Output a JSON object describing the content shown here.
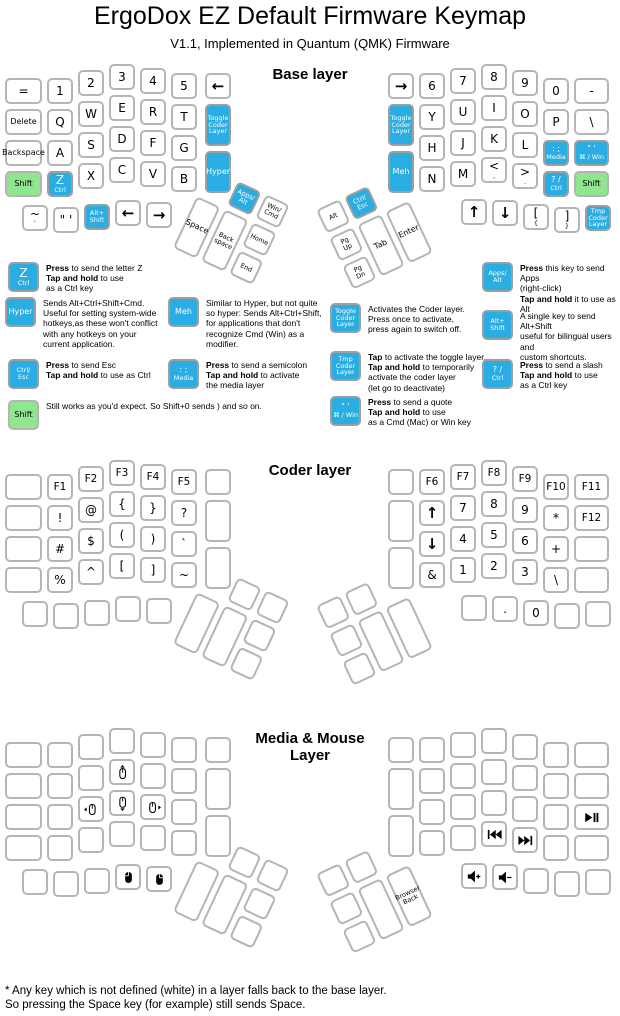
{
  "title": "ErgoDox EZ Default Firmware Keymap",
  "subtitle": "V1.1, Implemented in Quantum (QMK) Firmware",
  "colors": {
    "blue": "#29ade2",
    "green": "#8fe68f",
    "key_border": "#b5b5b5"
  },
  "footnote": [
    "* Any key which is not defined (white) in a layer falls back to the base layer.",
    "So pressing the Space key (for example) still sends Space."
  ],
  "layers": [
    {
      "id": "base",
      "name": "Base layer",
      "left": {
        "r1c1": {
          "l": "="
        },
        "r1c2": {
          "l": "1"
        },
        "r1c3": {
          "l": "2"
        },
        "r1c4": {
          "l": "3"
        },
        "r1c5": {
          "l": "4"
        },
        "r1c6": {
          "l": "5"
        },
        "r1c7": {
          "i": "left-arrow"
        },
        "r2c1": {
          "l": "Delete",
          "f": "small"
        },
        "r2c2": {
          "l": "Q"
        },
        "r2c3": {
          "l": "W"
        },
        "r2c4": {
          "l": "E"
        },
        "r2c5": {
          "l": "R"
        },
        "r2c6": {
          "l": "T"
        },
        "tallA": {
          "l": "Toggle\nCoder\nLayer",
          "c": "blue",
          "f": "tiny"
        },
        "r3c1": {
          "l": "Backspace",
          "f": "small"
        },
        "r3c2": {
          "l": "A"
        },
        "r3c3": {
          "l": "S"
        },
        "r3c4": {
          "l": "D"
        },
        "r3c5": {
          "l": "F"
        },
        "r3c6": {
          "l": "G"
        },
        "tallB": {
          "l": "Hyper",
          "c": "blue",
          "f": "small"
        },
        "r4c1": {
          "l": "Shift",
          "c": "green",
          "f": "small"
        },
        "r4c2": {
          "l": "Z",
          "s": "Ctrl",
          "c": "blue"
        },
        "r4c3": {
          "l": "X"
        },
        "r4c4": {
          "l": "C"
        },
        "r4c5": {
          "l": "V"
        },
        "r4c6": {
          "l": "B"
        },
        "b1": {
          "l": "~",
          "s": "`"
        },
        "b2": {
          "l": "\" '"
        },
        "b3": {
          "l": "Alt+\nShift",
          "c": "blue",
          "f": "tiny"
        },
        "b4": {
          "i": "left-arrow"
        },
        "b5": {
          "i": "right-arrow"
        }
      },
      "left_thumb": {
        "t1": {
          "l": "Apps/\nAlt",
          "c": "blue",
          "f": "tiny"
        },
        "t2": {
          "l": "Win/\nCmd",
          "f": "tiny"
        },
        "t3": {
          "l": "Space",
          "f": "small"
        },
        "t4": {
          "l": "Back\nspace",
          "f": "tiny"
        },
        "t5": {
          "l": "Home",
          "f": "tiny"
        },
        "t6": {
          "l": "End",
          "f": "tiny"
        }
      },
      "right": {
        "r1c1": {
          "i": "right-arrow"
        },
        "r1c2": {
          "l": "6"
        },
        "r1c3": {
          "l": "7"
        },
        "r1c4": {
          "l": "8"
        },
        "r1c5": {
          "l": "9"
        },
        "r1c6": {
          "l": "0"
        },
        "r1c7": {
          "l": "-"
        },
        "tallA": {
          "l": "Toggle\nCoder\nLayer",
          "c": "blue",
          "f": "tiny"
        },
        "r2c2": {
          "l": "Y"
        },
        "r2c3": {
          "l": "U"
        },
        "r2c4": {
          "l": "I"
        },
        "r2c5": {
          "l": "O"
        },
        "r2c6": {
          "l": "P"
        },
        "r2c7": {
          "l": "\\"
        },
        "r3c2": {
          "l": "H"
        },
        "r3c3": {
          "l": "J"
        },
        "r3c4": {
          "l": "K"
        },
        "r3c5": {
          "l": "L"
        },
        "r3c6": {
          "l": ": ;",
          "s": "Media",
          "c": "blue",
          "f": "small"
        },
        "r3c7": {
          "l": "\" '",
          "s": "⌘ / Win",
          "c": "blue",
          "f": "small"
        },
        "tallB": {
          "l": "Meh",
          "c": "blue",
          "f": "small"
        },
        "r4c2": {
          "l": "N"
        },
        "r4c3": {
          "l": "M"
        },
        "r4c4": {
          "l": "<",
          "s": ","
        },
        "r4c5": {
          "l": ">",
          "s": "."
        },
        "r4c6": {
          "l": "? /",
          "s": "Ctrl",
          "c": "blue",
          "f": "small"
        },
        "r4c7": {
          "l": "Shift",
          "c": "green",
          "f": "small"
        },
        "b1": {
          "i": "up-arrow"
        },
        "b2": {
          "i": "down-arrow"
        },
        "b3": {
          "l": "[",
          "s": "{"
        },
        "b4": {
          "l": "]",
          "s": "}"
        },
        "b5": {
          "l": "Tmp\nCoder\nLayer",
          "c": "blue",
          "f": "tiny"
        }
      },
      "right_thumb": {
        "t1": {
          "l": "Alt",
          "f": "tiny"
        },
        "t2": {
          "l": "Ctrl/\nEsc",
          "c": "blue",
          "f": "tiny"
        },
        "t3": {
          "l": "Pg\nUp",
          "f": "tiny"
        },
        "t4": {
          "l": "Pg\nDn",
          "f": "tiny"
        },
        "t5": {
          "l": "Tab",
          "f": "small"
        },
        "t6": {
          "l": "Enter",
          "f": "small"
        }
      }
    },
    {
      "id": "coder",
      "name": "Coder layer",
      "left": {
        "r1c2": {
          "l": "F1",
          "f": "med"
        },
        "r1c3": {
          "l": "F2",
          "f": "med"
        },
        "r1c4": {
          "l": "F3",
          "f": "med"
        },
        "r1c5": {
          "l": "F4",
          "f": "med"
        },
        "r1c6": {
          "l": "F5",
          "f": "med"
        },
        "r2c2": {
          "l": "!"
        },
        "r2c3": {
          "l": "@"
        },
        "r2c4": {
          "l": "{"
        },
        "r2c5": {
          "l": "}"
        },
        "r2c6": {
          "l": "?"
        },
        "r3c2": {
          "l": "#"
        },
        "r3c3": {
          "l": "$"
        },
        "r3c4": {
          "l": "("
        },
        "r3c5": {
          "l": ")"
        },
        "r3c6": {
          "l": "`"
        },
        "r4c2": {
          "l": "%"
        },
        "r4c3": {
          "l": "^"
        },
        "r4c4": {
          "l": "["
        },
        "r4c5": {
          "l": "]"
        },
        "r4c6": {
          "l": "~"
        }
      },
      "left_thumb": {},
      "right": {
        "r1c2": {
          "l": "F6",
          "f": "med"
        },
        "r1c3": {
          "l": "F7",
          "f": "med"
        },
        "r1c4": {
          "l": "F8",
          "f": "med"
        },
        "r1c5": {
          "l": "F9",
          "f": "med"
        },
        "r1c6": {
          "l": "F10",
          "f": "med"
        },
        "r1c7": {
          "l": "F11",
          "f": "med"
        },
        "r2c2": {
          "i": "up-arrow"
        },
        "r2c3": {
          "l": "7"
        },
        "r2c4": {
          "l": "8"
        },
        "r2c5": {
          "l": "9"
        },
        "r2c6": {
          "l": "*"
        },
        "r2c7": {
          "l": "F12",
          "f": "med"
        },
        "r3c2": {
          "i": "down-arrow"
        },
        "r3c3": {
          "l": "4"
        },
        "r3c4": {
          "l": "5"
        },
        "r3c5": {
          "l": "6"
        },
        "r3c6": {
          "l": "+"
        },
        "r4c2": {
          "l": "&"
        },
        "r4c3": {
          "l": "1"
        },
        "r4c4": {
          "l": "2"
        },
        "r4c5": {
          "l": "3"
        },
        "r4c6": {
          "l": "\\"
        },
        "b2": {
          "l": "."
        },
        "b3": {
          "l": "0"
        }
      },
      "right_thumb": {}
    },
    {
      "id": "media",
      "name": "Media & Mouse\nLayer",
      "left": {
        "r2c4": {
          "i": "mouse-up"
        },
        "r3c3": {
          "i": "mouse-left"
        },
        "r3c4": {
          "i": "mouse-down"
        },
        "r3c5": {
          "i": "mouse-right"
        },
        "b4": {
          "i": "mouse-left-click"
        },
        "b5": {
          "i": "mouse-right-click"
        }
      },
      "left_thumb": {},
      "right": {
        "r3c7": {
          "i": "play-pause"
        },
        "r4c4": {
          "i": "prev-track"
        },
        "r4c5": {
          "i": "next-track"
        },
        "b1": {
          "i": "volume-up"
        },
        "b2": {
          "i": "volume-down"
        }
      },
      "right_thumb": {
        "t6": {
          "l": "Browser\nBack",
          "f": "tiny"
        }
      }
    }
  ],
  "legend": {
    "items": [
      {
        "id": "z-ctrl",
        "key": {
          "l": "Z",
          "s": "Ctrl",
          "c": "blue"
        },
        "text": "**Press** to send the letter Z\n**Tap and hold** to use\nas a Ctrl key"
      },
      {
        "id": "hyper",
        "key": {
          "l": "Hyper",
          "c": "blue",
          "f": "small"
        },
        "text": "Sends Alt+Ctrl+Shift+Cmd.\nUseful for setting system-wide\nhotkeys,as these won't conflict\nwith any hotkeys on your\ncurrent application."
      },
      {
        "id": "meh",
        "key": {
          "l": "Meh",
          "c": "blue",
          "f": "small"
        },
        "text": "Similar to Hyper, but not quite\nso hyper: Sends Alt+Ctrl+Shift,\nfor applications that don't\nrecognize Cmd (Win) as a\nmodifier."
      },
      {
        "id": "toggle-coder",
        "key": {
          "l": "Toggle\nCoder\nLayer",
          "c": "blue",
          "f": "tiny"
        },
        "text": "Activates the Coder layer.\nPress once to activate,\npress again to switch off."
      },
      {
        "id": "apps-alt",
        "key": {
          "l": "Apps/\nAlt",
          "c": "blue",
          "f": "tiny"
        },
        "text": "**Press** this key to send Apps\n(right-click)\n**Tap and hold** it to use as Alt"
      },
      {
        "id": "alt-shift",
        "key": {
          "l": "Alt+\nShift",
          "c": "blue",
          "f": "tiny"
        },
        "text": "A single key to send Alt+Shift\nuseful for bilingual users and\ncustom shortcuts."
      },
      {
        "id": "ctrl-esc",
        "key": {
          "l": "Ctrl/\nEsc",
          "c": "blue",
          "f": "tiny"
        },
        "text": "**Press** to send Esc\n**Tap and hold** to use as Ctrl"
      },
      {
        "id": "semicolon-media",
        "key": {
          "l": ": ;",
          "s": "Media",
          "c": "blue",
          "f": "small"
        },
        "text": "**Press** to send a semicolon\n**Tap and hold** to activate\nthe media layer"
      },
      {
        "id": "tmp-coder",
        "key": {
          "l": "Tmp\nCoder\nLayer",
          "c": "blue",
          "f": "tiny"
        },
        "text": "**Tap** to activate the toggle layer.\n**Tap and hold** to temporarily\nactivate the coder layer\n(let go to deactivate)"
      },
      {
        "id": "slash-ctrl",
        "key": {
          "l": "? /",
          "s": "Ctrl",
          "c": "blue",
          "f": "small"
        },
        "text": "**Press** to send a slash\n**Tap and hold** to use\nas a Ctrl key"
      },
      {
        "id": "shift",
        "key": {
          "l": "Shift",
          "c": "green",
          "f": "small"
        },
        "text": "Still works as you'd expect. So Shift+0 sends ) and so on."
      },
      {
        "id": "quote-win",
        "key": {
          "l": "\" '",
          "s": "⌘ / Win",
          "c": "blue",
          "f": "small"
        },
        "text": "**Press** to send a quote\n**Tap and hold** to use\nas a Cmd (Mac) or Win key"
      }
    ]
  }
}
